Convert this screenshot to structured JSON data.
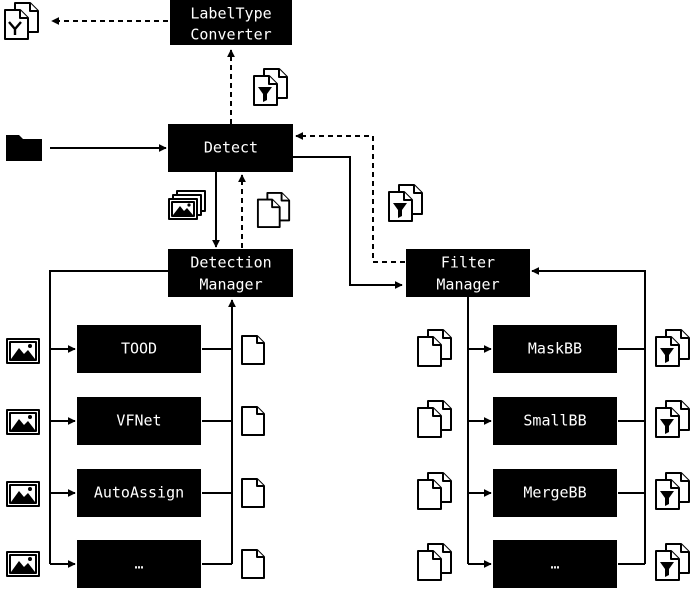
{
  "boxes": {
    "converter": [
      "LabelType",
      "Converter"
    ],
    "detect": [
      "Detect"
    ],
    "detection_manager": [
      "Detection",
      "Manager"
    ],
    "filter_manager": [
      "Filter",
      "Manager"
    ],
    "detectors": [
      "TOOD",
      "VFNet",
      "AutoAssign",
      "…"
    ],
    "filters": [
      "MaskBB",
      "SmallBB",
      "MergeBB",
      "…"
    ]
  },
  "icons": {
    "input": "folder-icon",
    "converter_output": "converted-labels-icon",
    "filtered_labels": "filtered-labels-icon",
    "images": "images-icon",
    "labels": "labels-icon",
    "image": "image-icon",
    "label_file": "label-file-icon"
  },
  "colors": {
    "box": "#000000",
    "box_text": "#ffffff",
    "line": "#000000",
    "background": "#ffffff"
  }
}
